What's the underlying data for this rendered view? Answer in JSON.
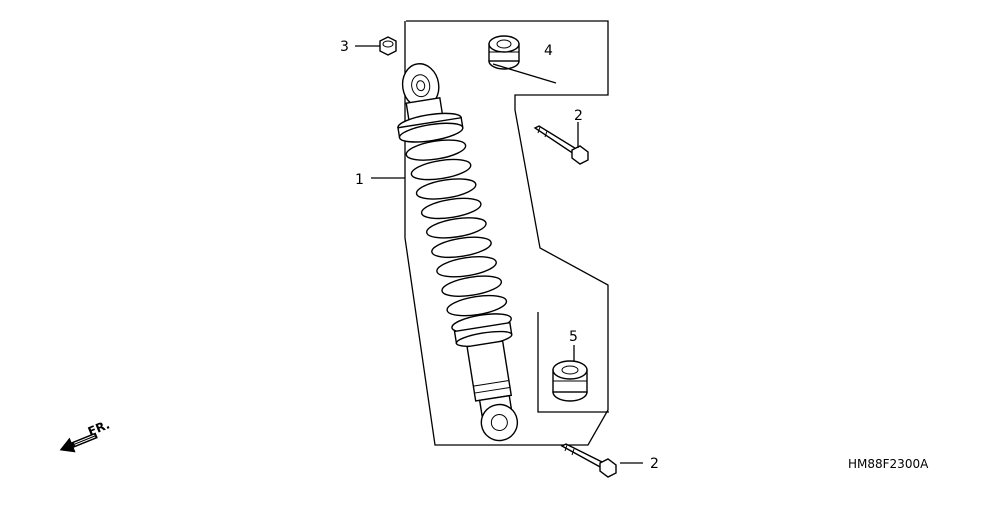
{
  "diagram": {
    "callouts": [
      {
        "id": "1",
        "label": "1"
      },
      {
        "id": "2a",
        "label": "2"
      },
      {
        "id": "2b",
        "label": "2"
      },
      {
        "id": "3",
        "label": "3"
      },
      {
        "id": "4",
        "label": "4"
      },
      {
        "id": "5",
        "label": "5"
      }
    ],
    "front_indicator": "FR.",
    "drawing_code": "HM88F2300A"
  }
}
